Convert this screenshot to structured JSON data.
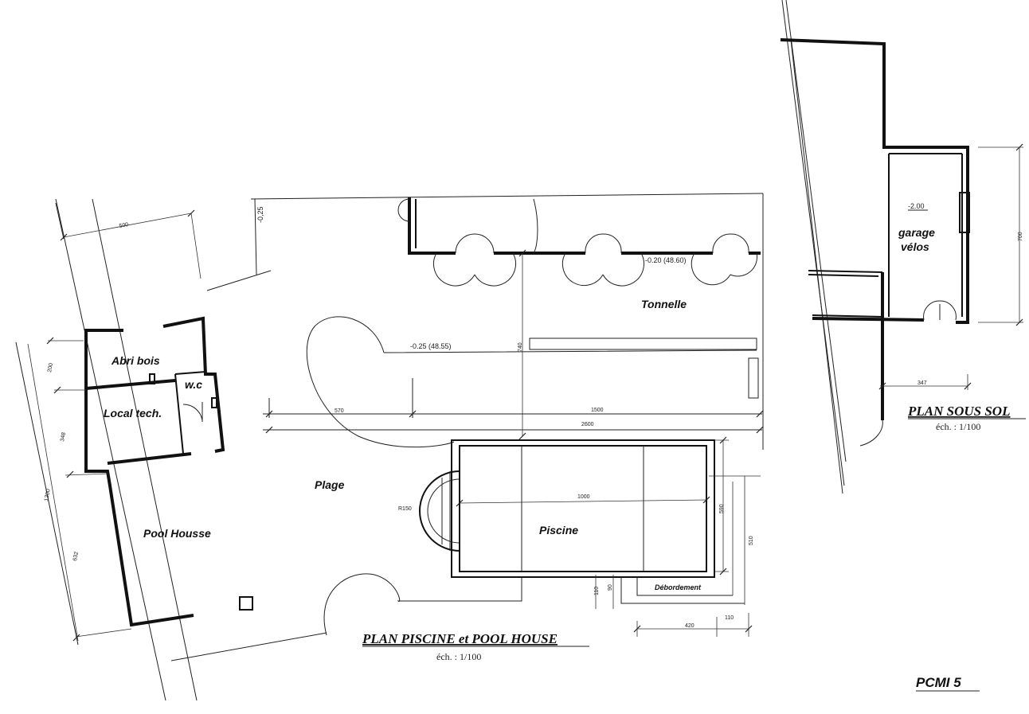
{
  "rooms": {
    "abri_bois": "Abri bois",
    "wc": "w.c",
    "local_tech": "Local tech.",
    "pool_house": "Pool Housse",
    "plage": "Plage",
    "tonnelle": "Tonnelle",
    "piscine": "Piscine",
    "debordement": "Débordement",
    "garage_l1": "garage",
    "garage_l2": "vélos"
  },
  "levels": {
    "top_left": "-0,25",
    "pergola": "-0.20  (48.60)",
    "terrace": "-0.25  (48.55)",
    "garage": "-2.00"
  },
  "dimensions": {
    "d500": "500",
    "d200": "200",
    "d348": "348",
    "d1200": "1200",
    "d632": "632",
    "d740": "740",
    "d570": "570",
    "d1500": "1500",
    "d2600": "2600",
    "d1000": "1000",
    "r150": "R150",
    "d590": "590",
    "d510": "510",
    "d110a": "110",
    "d90": "90",
    "d420": "420",
    "d110b": "110",
    "d700": "700",
    "d347": "347"
  },
  "titles": {
    "pool_plan": "PLAN PISCINE et POOL HOUSE",
    "pool_scale": "éch. : 1/100",
    "basement_plan": "PLAN SOUS SOL",
    "basement_scale": "éch. : 1/100",
    "sheet_code": "PCMI 5"
  }
}
